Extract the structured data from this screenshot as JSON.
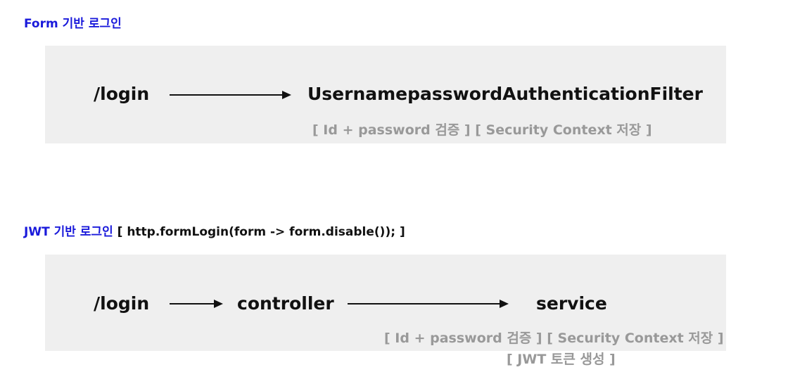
{
  "form_section": {
    "heading": "Form 기반 로그인",
    "nodes": [
      "/login",
      "UsernamepasswordAuthenticationFilter"
    ],
    "note": "[ Id + password 검증 ] [ Security  Context 저장 ]"
  },
  "jwt_section": {
    "heading_blue": "JWT 기반 로그인",
    "heading_code": "[ http.formLogin(form -> form.disable()); ]",
    "nodes": [
      "/login",
      "controller",
      "service"
    ],
    "note_line1": "[ Id + password 검증 ] [ Security  Context 저장 ]",
    "note_line2": "[ JWT 토큰 생성 ]"
  },
  "colors": {
    "heading_blue": "#1a1adb",
    "panel_bg": "#efefef",
    "note_gray": "#999999",
    "text": "#111111"
  }
}
